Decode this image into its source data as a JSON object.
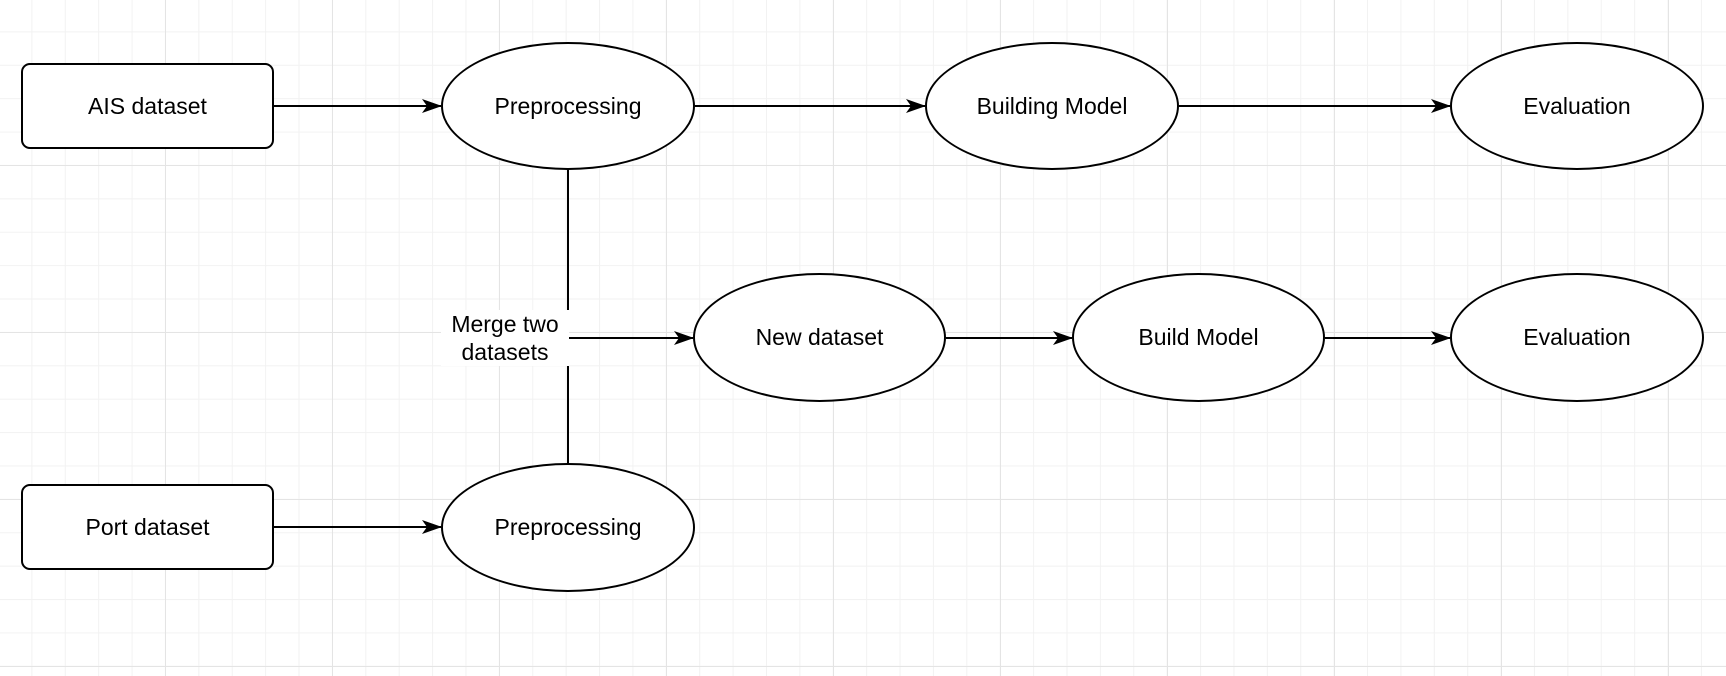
{
  "diagram": {
    "nodes": {
      "ais_dataset": "AIS dataset",
      "port_dataset": "Port dataset",
      "preprocessing_top": "Preprocessing",
      "preprocessing_bottom": "Preprocessing",
      "building_model": "Building Model",
      "evaluation_top": "Evaluation",
      "new_dataset": "New dataset",
      "build_model": "Build Model",
      "evaluation_bottom": "Evaluation"
    },
    "edge_labels": {
      "merge_line1": "Merge two",
      "merge_line2": "datasets"
    },
    "colors": {
      "stroke": "#000000",
      "background": "#ffffff",
      "grid": "#e4e4e4"
    }
  }
}
